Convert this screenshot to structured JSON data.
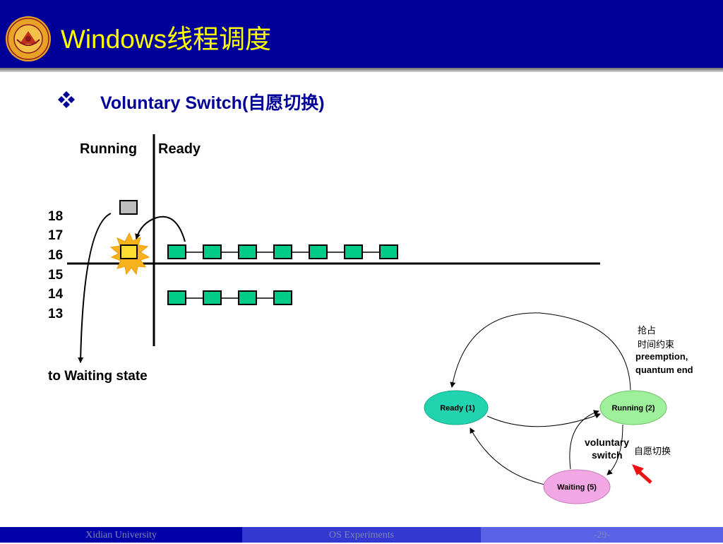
{
  "slide": {
    "title": "Windows线程调度",
    "bullet": "Voluntary Switch(自愿切换)"
  },
  "diagram": {
    "col_running": "Running",
    "col_ready": "Ready",
    "priorities": [
      "18",
      "17",
      "16",
      "15",
      "14",
      "13"
    ],
    "waiting_label": "to Waiting state"
  },
  "state_diagram": {
    "ready": "Ready (1)",
    "running": "Running (2)",
    "waiting": "Waiting (5)",
    "preempt_cn1": "抢占",
    "preempt_cn2": "时间约束",
    "preempt_en1": "preemption,",
    "preempt_en2": "quantum end",
    "voluntary1": "voluntary",
    "voluntary2": "switch",
    "voluntary_cn": "自愿切换"
  },
  "footer": {
    "left": "Xidian University",
    "center": "OS Experiments",
    "right": "-29-"
  },
  "colors": {
    "header_bg": "#000099",
    "title": "#ffff00",
    "bullet_text": "#000099",
    "thread_box": "#00cc88",
    "ready_state": "#22d3b0",
    "running_state": "#9ff09a",
    "waiting_state": "#f2a8e4",
    "arrow_red": "#ee1111"
  },
  "icons": [
    "university-seal-icon",
    "diamond-bullet-icon",
    "burst-icon",
    "red-pointer-arrow-icon"
  ]
}
